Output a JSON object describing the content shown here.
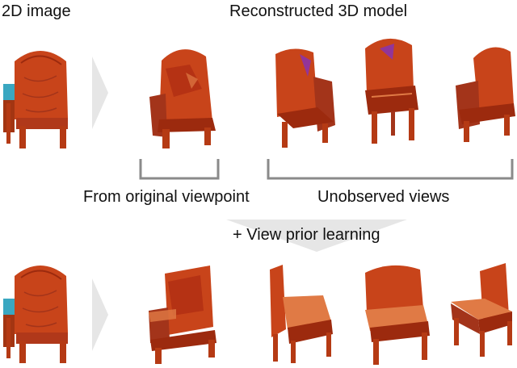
{
  "labels": {
    "image_2d": "2D image",
    "reconstructed": "Reconstructed 3D model",
    "original_viewpoint": "From original viewpoint",
    "unobserved": "Unobserved views",
    "view_prior": "+ View prior learning"
  },
  "colors": {
    "chair_dark": "#9c2a0e",
    "chair_mid": "#c8441a",
    "chair_light": "#e07a45",
    "cushion": "#3aa7c1",
    "arrow": "#e6e6e6",
    "bracket": "#8a8a8a",
    "hint": "#7a2fd0"
  }
}
